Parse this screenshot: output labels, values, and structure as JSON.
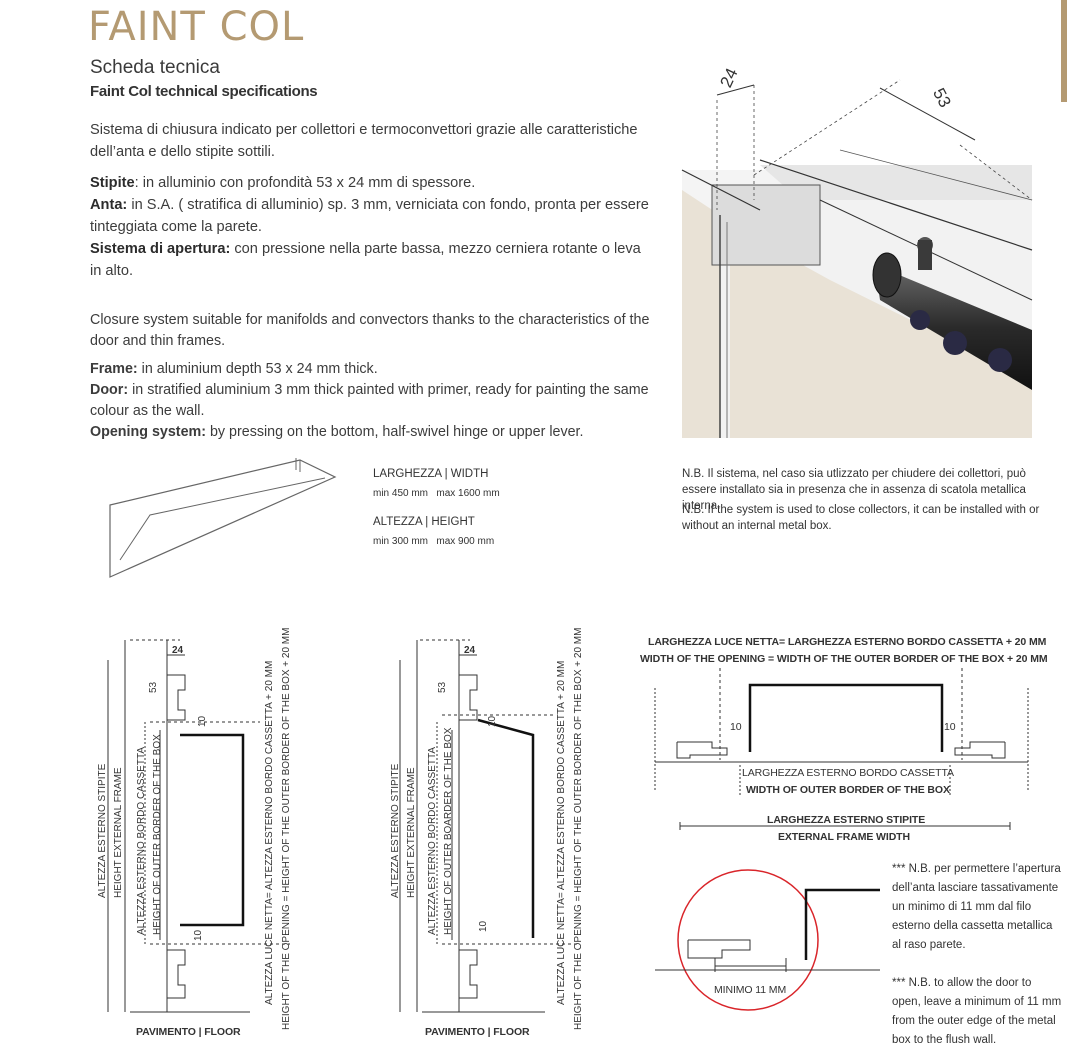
{
  "header": {
    "title": "FAINT COL",
    "subtitle": "Scheda tecnica",
    "subtitle_en": "Faint Col technical specifications"
  },
  "italian": {
    "intro": "Sistema di chiusura indicato per collettori e termoconvettori grazie alle caratteristiche dell’anta e dello stipite sottili.",
    "stipite_label": "Stipite",
    "stipite_text": ": in alluminio con profondità 53 x 24 mm di spessore.",
    "anta_label": "Anta:",
    "anta_text": " in S.A. ( stratifica di alluminio) sp. 3 mm, verniciata con fondo, pronta per essere tinteggiata come la parete.",
    "sistema_label": "Sistema di apertura:",
    "sistema_text": " con pressione nella parte bassa, mezzo cerniera rotante o leva in alto."
  },
  "english": {
    "intro": "Closure system suitable for manifolds and convectors thanks to the characteristics of the door and thin frames.",
    "frame_label": "Frame:",
    "frame_text": " in aluminium depth 53 x 24 mm thick.",
    "door_label": "Door:",
    "door_text": " in stratified aluminium 3 mm thick painted with primer, ready for painting the same colour as the wall.",
    "opening_label": "Opening system:",
    "opening_text": " by pressing on the bottom, half-swivel hinge or upper lever."
  },
  "sizes": {
    "width_label": "LARGHEZZA | WIDTH",
    "width_min": "min 450 mm",
    "width_max": "max 1600 mm",
    "height_label": "ALTEZZA | HEIGHT",
    "height_min": "min 300 mm",
    "height_max": "max 900 mm"
  },
  "nb_note": {
    "it": "N.B. Il sistema, nel caso sia utlizzato per chiudere dei collettori, può essere installato sia in presenza che in assenza di scatola metallica interna.",
    "en": "N.B. If the system is used to close collectors, it can be installed with or without an internal metal box."
  },
  "render_dims": {
    "d24": "24",
    "d53": "53"
  },
  "section_left": {
    "d24": "24",
    "d53": "53",
    "d10a": "10",
    "d10b": "10",
    "altezza_esterno_stipite": "ALTEZZA ESTERNO STIPITE",
    "height_external_frame": "HEIGHT EXTERNAL FRAME",
    "altezza_bordo": "ALTEZZA ESTERNO BORDO CASSETTA",
    "height_outer_border": "HEIGHT OF OUTER BORDER OF THE BOX",
    "luce_netta": "ALTEZZA LUCE NETTA= ALTEZZA ESTERNO BORDO CASSETTA + 20 MM",
    "height_opening": "HEIGHT OF THE OPENING = HEIGHT OF THE OUTER BORDER OF THE BOX + 20 MM",
    "floor": "PAVIMENTO | FLOOR"
  },
  "section_middle": {
    "d24": "24",
    "d53": "53",
    "d10a": "10",
    "d10b": "10",
    "altezza_esterno_stipite": "ALTEZZA ESTERNO STIPITE",
    "height_external_frame": "HEIGHT EXTERNAL FRAME",
    "altezza_bordo": "ALTEZZA ESTERNO BORDO CASSETTA",
    "height_outer_border": "HEIGHT OF OUTER BOARDER OF THE BOX",
    "luce_netta": "ALTEZZA LUCE NETTA= ALTEZZA ESTERNO BORDO CASSETTA + 20 MM",
    "height_opening": "HEIGHT OF THE OPENING = HEIGHT OF THE OUTER BORDER OF THE BOX + 20 MM",
    "floor": "PAVIMENTO | FLOOR"
  },
  "plan": {
    "luce_netta": "LARGHEZZA LUCE NETTA= LARGHEZZA ESTERNO BORDO CASSETTA + 20 MM",
    "width_opening": "WIDTH OF THE OPENING = WIDTH OF THE OUTER BORDER OF THE BOX + 20 MM",
    "d10a": "10",
    "d10b": "10",
    "larghezza_bordo": "LARGHEZZA ESTERNO BORDO CASSETTA",
    "width_outer_border": "WIDTH OF OUTER BORDER OF THE BOX",
    "larghezza_stipite": "LARGHEZZA ESTERNO STIPITE",
    "external_frame_width": "EXTERNAL FRAME WIDTH"
  },
  "detail": {
    "minimo": "MINIMO 11 MM",
    "note_it": "*** N.B. per permettere l’apertura dell’anta lasciare tassativamente un minimo di 11 mm dal filo esterno della cassetta metallica al raso parete.",
    "note_en": "*** N.B. to allow the door to open, leave a minimum of 11 mm from the outer edge of the metal box to the flush wall."
  },
  "colors": {
    "accent": "#b49a72",
    "wall": "#e9e2d6",
    "red_circle": "#d9252a"
  }
}
